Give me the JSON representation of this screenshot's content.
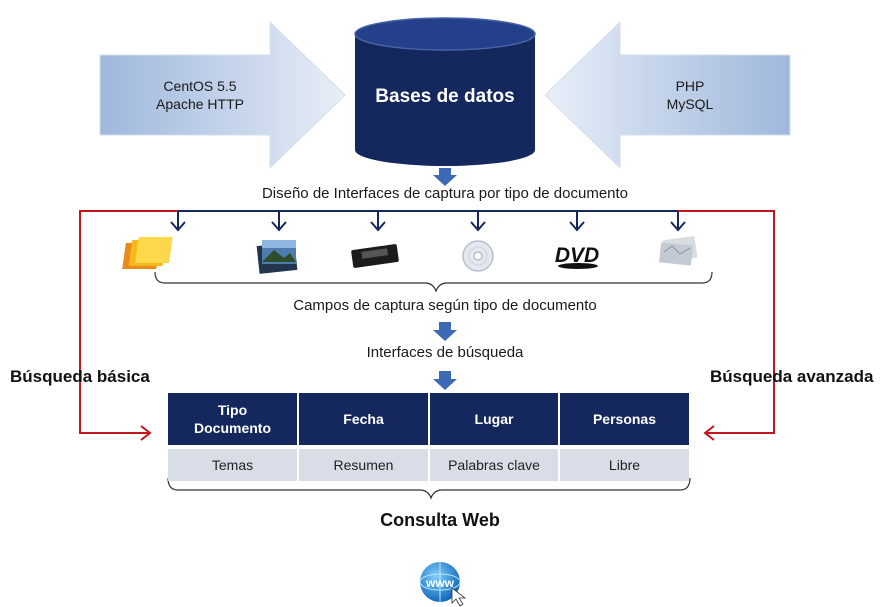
{
  "left_arrow": {
    "lines": [
      "CentOS 5.5",
      "Apache HTTP"
    ]
  },
  "database": {
    "label": "Bases de datos"
  },
  "right_arrow": {
    "lines": [
      "PHP",
      "MySQL"
    ]
  },
  "flow": {
    "step1": "Diseño de Interfaces de captura por tipo de documento",
    "step2": "Campos de captura según tipo de documento",
    "step3": "Interfaces de búsqueda"
  },
  "document_types": [
    {
      "icon": "folders-icon"
    },
    {
      "icon": "photos-icon"
    },
    {
      "icon": "videotape-icon"
    },
    {
      "icon": "cd-icon"
    },
    {
      "icon": "dvd-icon"
    },
    {
      "icon": "maps-icon"
    }
  ],
  "dvd_logo_text": "DVD",
  "search": {
    "basic": "Búsqueda básica",
    "advanced": "Búsqueda avanzada"
  },
  "table": {
    "headers": [
      {
        "line1": "Tipo",
        "line2": "Documento"
      },
      {
        "line1": "Fecha",
        "line2": ""
      },
      {
        "line1": "Lugar",
        "line2": ""
      },
      {
        "line1": "Personas",
        "line2": ""
      }
    ],
    "cells": [
      "Temas",
      "Resumen",
      "Palabras clave",
      "Libre"
    ]
  },
  "consulta": "Consulta Web",
  "colors": {
    "navy": "#14285e",
    "red_line": "#c0161c",
    "arrow_blue": "#3c6ab4",
    "light_row": "#d9dde8"
  }
}
